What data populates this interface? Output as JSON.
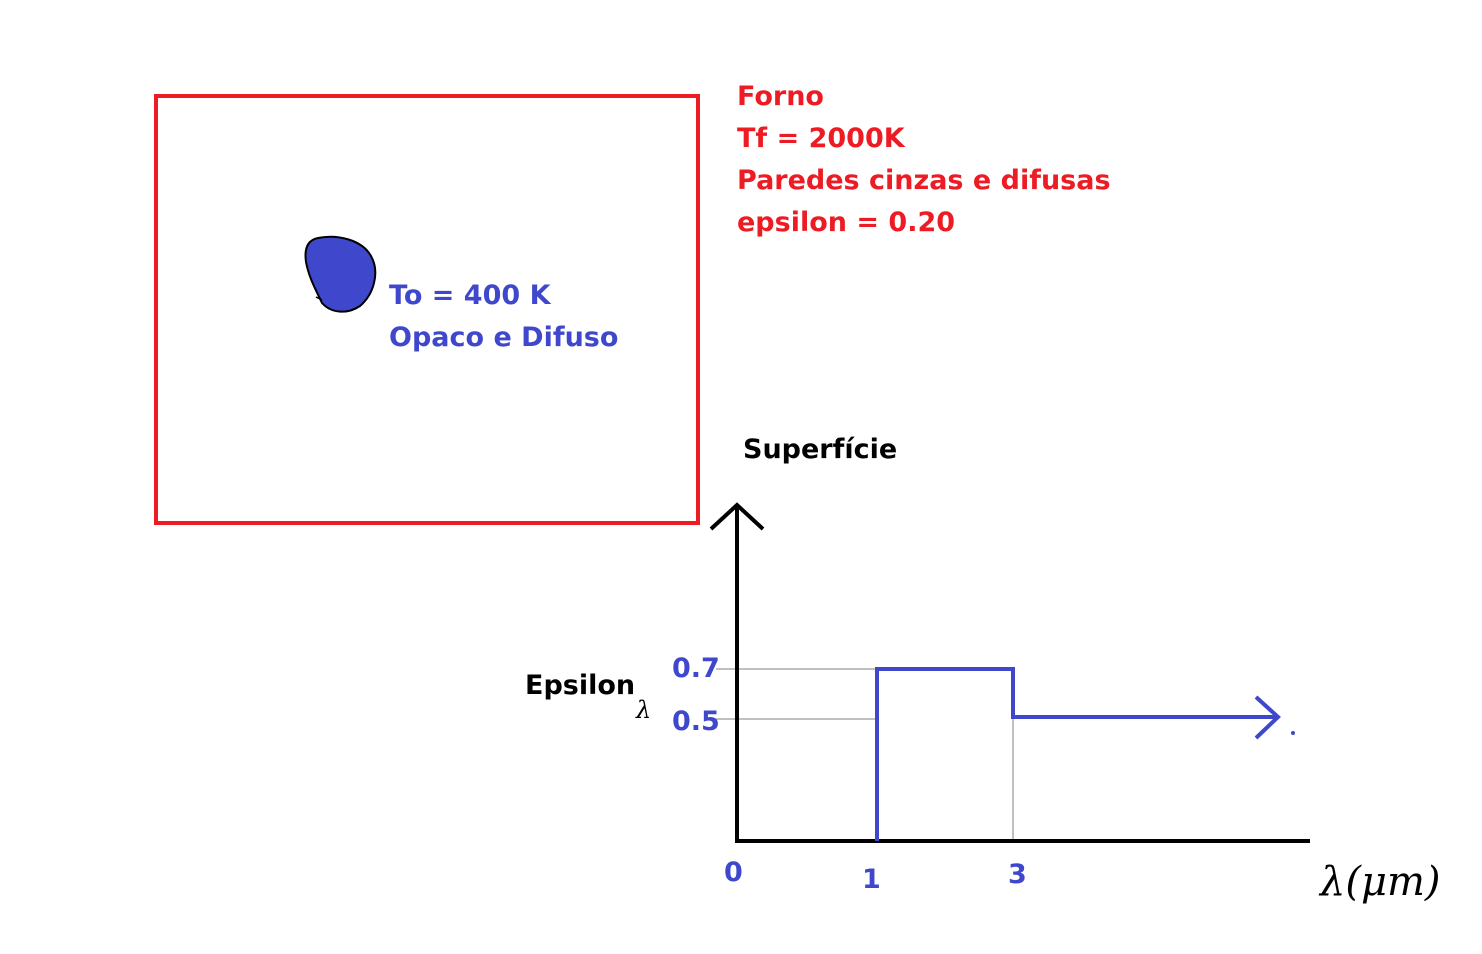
{
  "colors": {
    "furnace": "#ed1c24",
    "object": "#3f48cc",
    "axes": "#000000",
    "guide_lines": "#808080"
  },
  "furnace": {
    "title": "Forno",
    "temperature": "Tf = 2000K",
    "walls": "Paredes cinzas e difusas",
    "emissivity": "epsilon = 0.20"
  },
  "object": {
    "temperature": "To = 400 K",
    "property": "Opaco e Difuso"
  },
  "chart_title": "Superfície",
  "y_label": "Epsilon",
  "y_label_subscript": "λ",
  "x_label": "λ(μm)",
  "chart_data": {
    "type": "line",
    "title": "Superfície",
    "xlabel": "λ(μm)",
    "ylabel": "Epsilon λ",
    "x_ticks": [
      "0",
      "1",
      "3"
    ],
    "y_ticks": [
      "0.7",
      "0.5"
    ],
    "series": [
      {
        "points": [
          [
            1,
            0
          ],
          [
            1,
            0.7
          ],
          [
            3,
            0.7
          ],
          [
            3,
            0.5
          ],
          [
            7,
            0.5
          ]
        ],
        "continues_right": true
      }
    ]
  }
}
